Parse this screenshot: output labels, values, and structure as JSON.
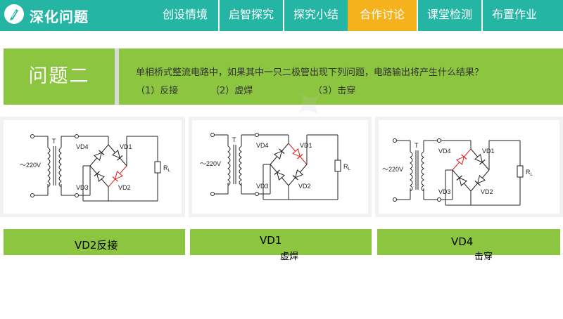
{
  "header": {
    "section_title": "深化问题",
    "logo_icon": "pencil-icon",
    "brand_color": "#25b5a5",
    "active_color": "#f6b21c",
    "nav": [
      {
        "label": "创设情境",
        "active": false
      },
      {
        "label": "启智探究",
        "active": false
      },
      {
        "label": "探究小结",
        "active": false
      },
      {
        "label": "合作讨论",
        "active": true
      },
      {
        "label": "课堂检测",
        "active": false
      },
      {
        "label": "布置作业",
        "active": false
      }
    ]
  },
  "question": {
    "label": "问题二",
    "text": "单相桥式整流电路中，如果其中一只二极管出现下列问题，电路输出将产生什么结果？",
    "options": [
      "（1）反接",
      "（2）虚焊",
      "（3）击穿"
    ],
    "accent_color": "#8cc540"
  },
  "circuits": [
    {
      "voltage": "～220V",
      "transformer": "T",
      "load": "R",
      "load_sub": "L",
      "diodes": [
        "VD4",
        "VD1",
        "VD3",
        "VD2"
      ],
      "faulty": "VD2",
      "fault_color": "#e02020"
    },
    {
      "voltage": "～220V",
      "transformer": "T",
      "load": "R",
      "load_sub": "L",
      "diodes": [
        "VD4",
        "VD1",
        "VD3",
        "VD2"
      ],
      "faulty": "VD1",
      "fault_color": "#e02020"
    },
    {
      "voltage": "～220V",
      "transformer": "T",
      "load": "R",
      "load_sub": "L",
      "diodes": [
        "VD4",
        "VD1",
        "VD3",
        "VD2"
      ],
      "faulty": "VD4",
      "fault_color": "#e02020"
    }
  ],
  "answers": [
    {
      "label": "VD2反接",
      "sub": ""
    },
    {
      "label": "VD1",
      "sub": "虚焊"
    },
    {
      "label": "VD4",
      "sub": "击穿"
    }
  ]
}
